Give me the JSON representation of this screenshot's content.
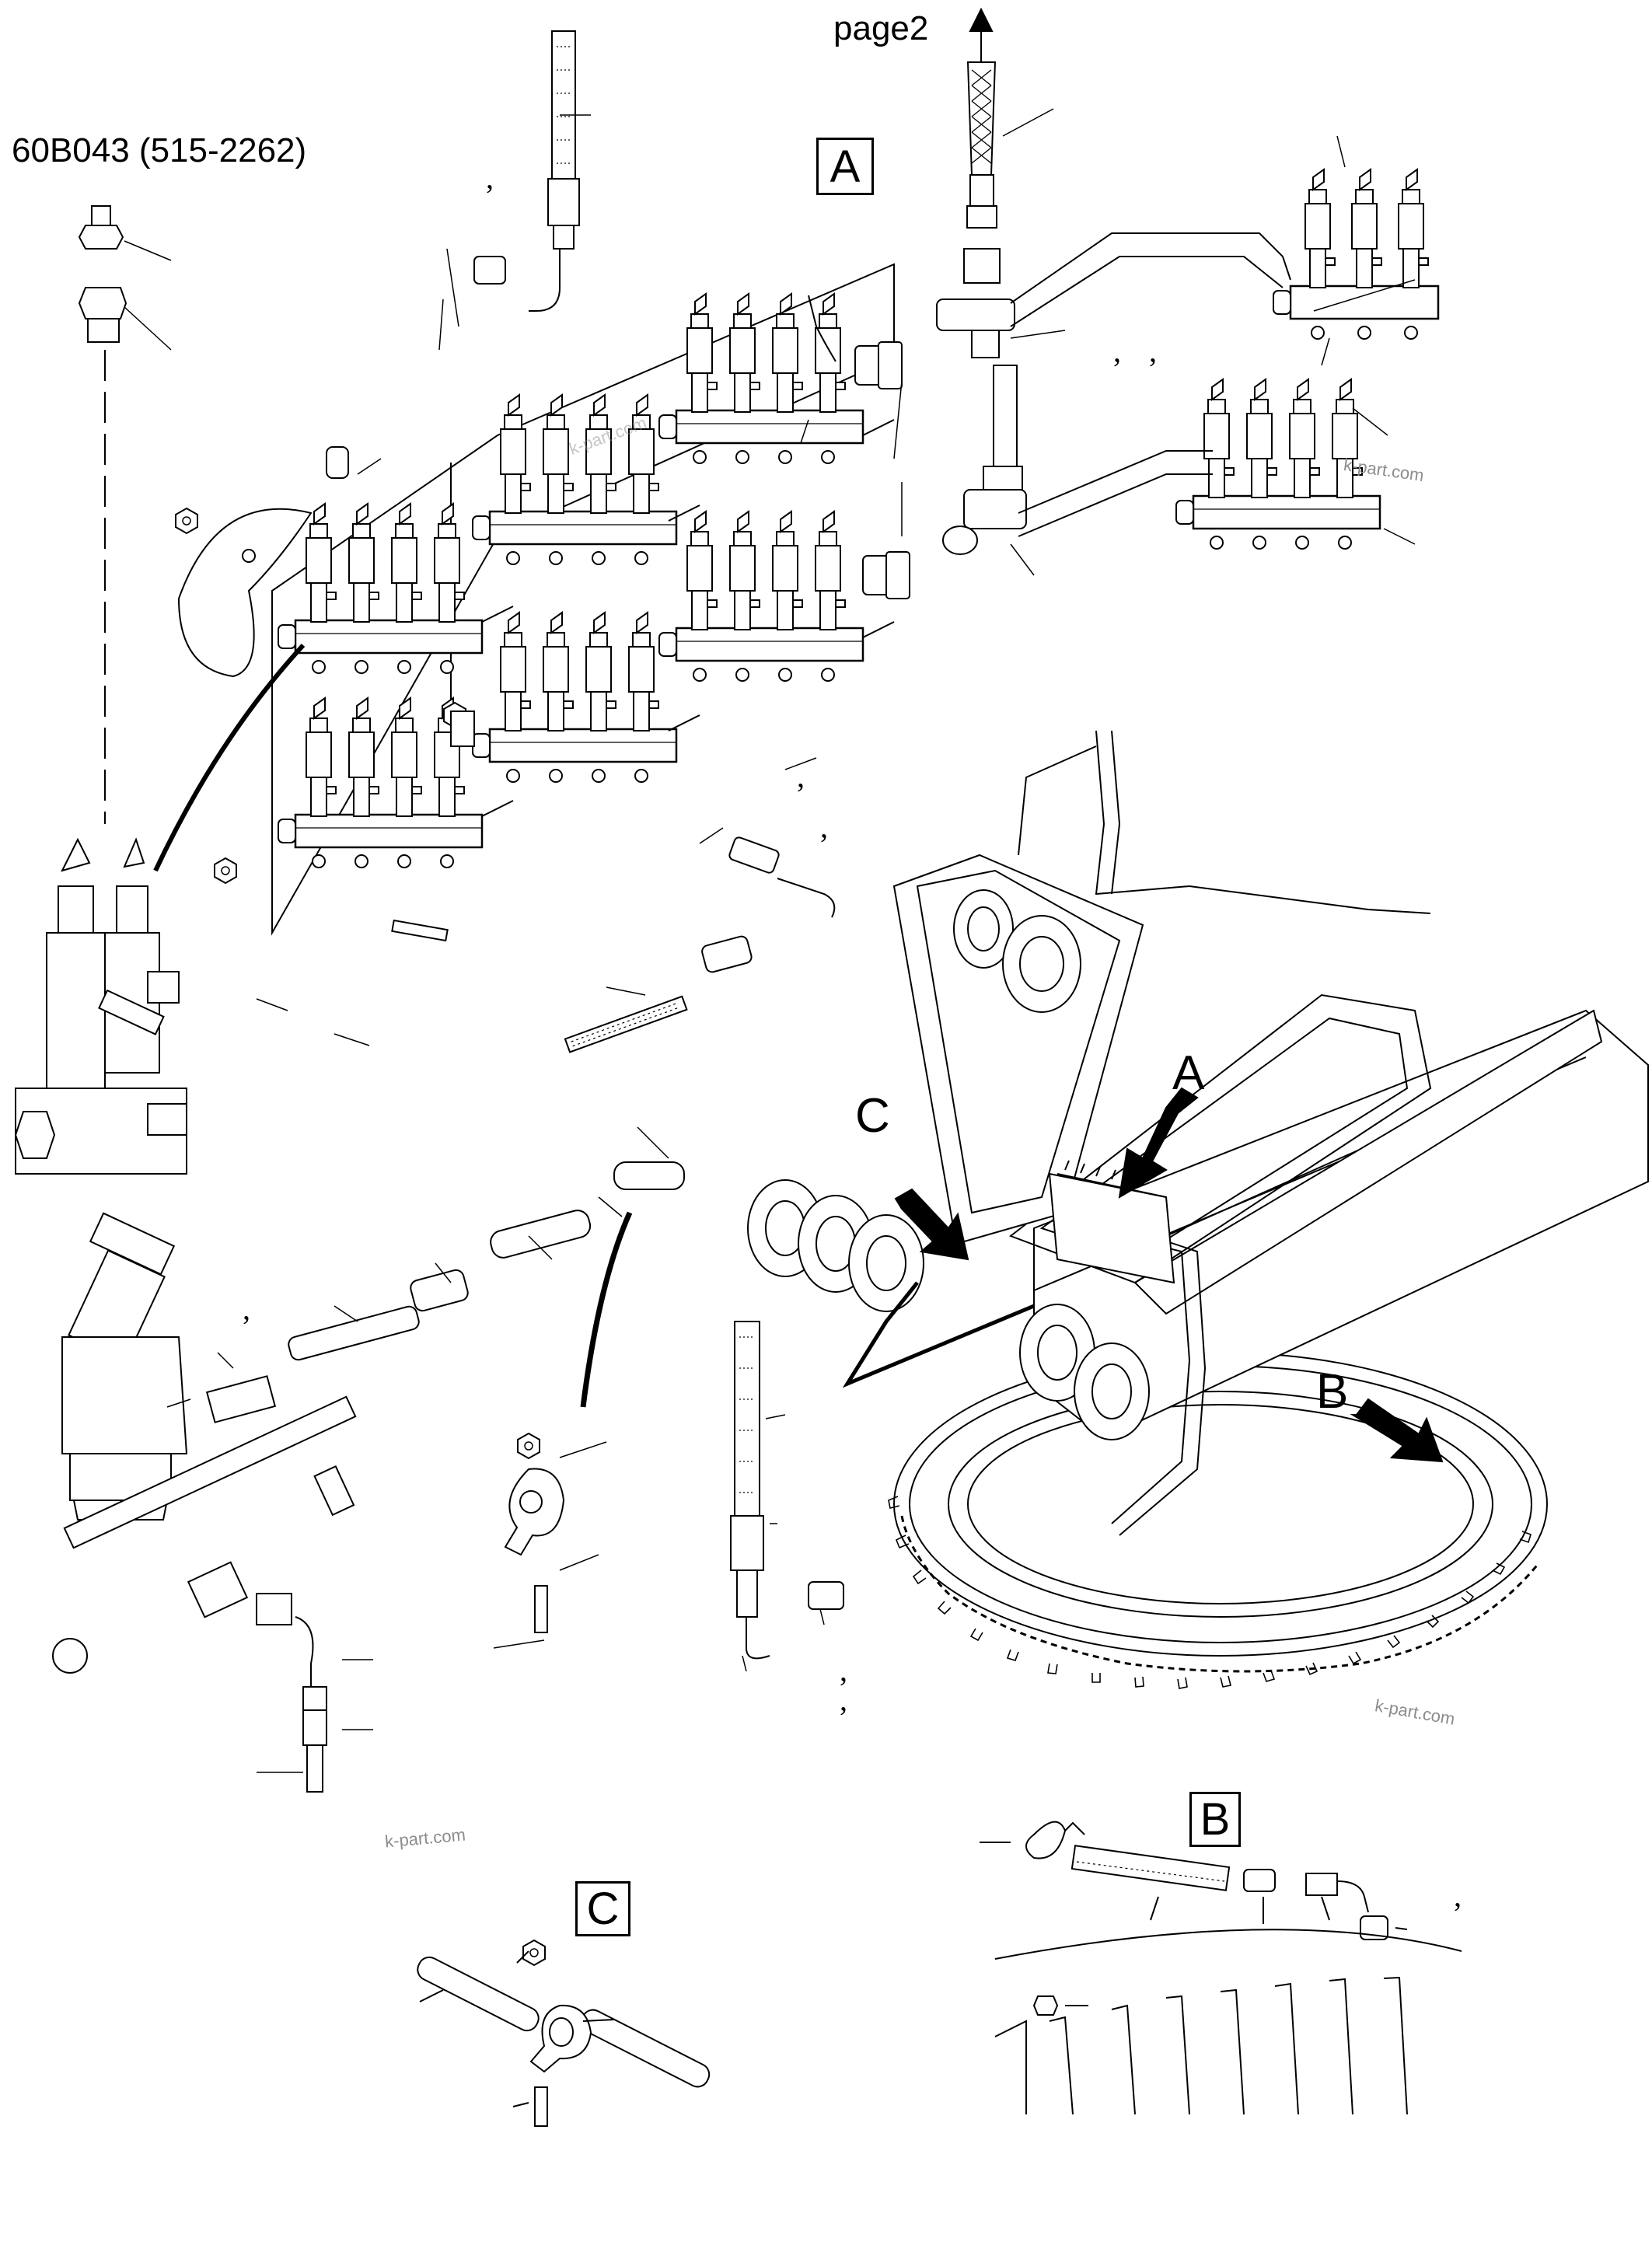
{
  "part_number_label": "60B043 (515-2262)",
  "page_ref": "page2",
  "view_labels": {
    "a": "A",
    "b": "B",
    "c": "C"
  },
  "arrow_labels": {
    "a": "A",
    "b": "B",
    "c": "C"
  },
  "watermarks": [
    "k-part.com",
    "k-part.com",
    "k-part.com",
    "k-part.com"
  ],
  "separators": [
    ",",
    ",",
    ",",
    ",",
    ",",
    ",",
    ",",
    ",",
    ","
  ]
}
